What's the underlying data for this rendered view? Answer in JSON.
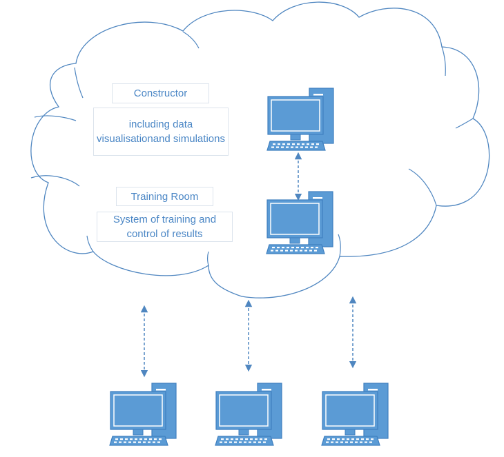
{
  "cloud": {
    "constructor": {
      "title": "Constructor",
      "description": "including data visualisationand simulations"
    },
    "training_room": {
      "title": "Training Room",
      "description": "System of training and control of results"
    }
  },
  "icons": {
    "computer": "desktop-computer-icon",
    "link": "bidirectional-dashed-arrow"
  },
  "colors": {
    "cloud_outline": "#4f86c0",
    "computer_fill": "#5b9bd5",
    "computer_outline": "#3f7fbf",
    "arrow": "#4f86c0",
    "text": "#4a86c5"
  }
}
